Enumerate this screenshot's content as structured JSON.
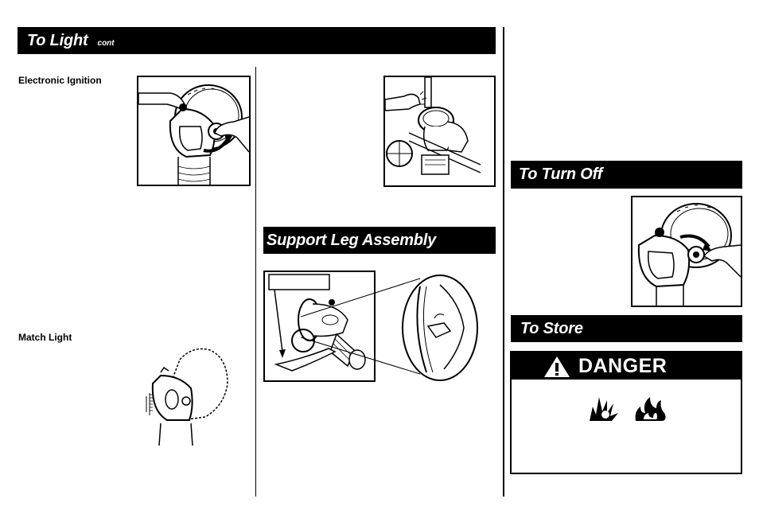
{
  "sections": {
    "to_light": {
      "title": "To Light",
      "cont": "cont"
    },
    "support_leg": {
      "title": "Support Leg Assembly"
    },
    "turn_off": {
      "title": "To Turn Off"
    },
    "store": {
      "title": "To Store"
    }
  },
  "labels": {
    "electronic_ignition": "Electronic Ignition",
    "match_light": "Match Light"
  },
  "danger": {
    "heading": "DANGER"
  },
  "icons": [
    "pointing-hand-icon",
    "warning-triangle-icon",
    "explosion-icon",
    "fire-icon"
  ]
}
